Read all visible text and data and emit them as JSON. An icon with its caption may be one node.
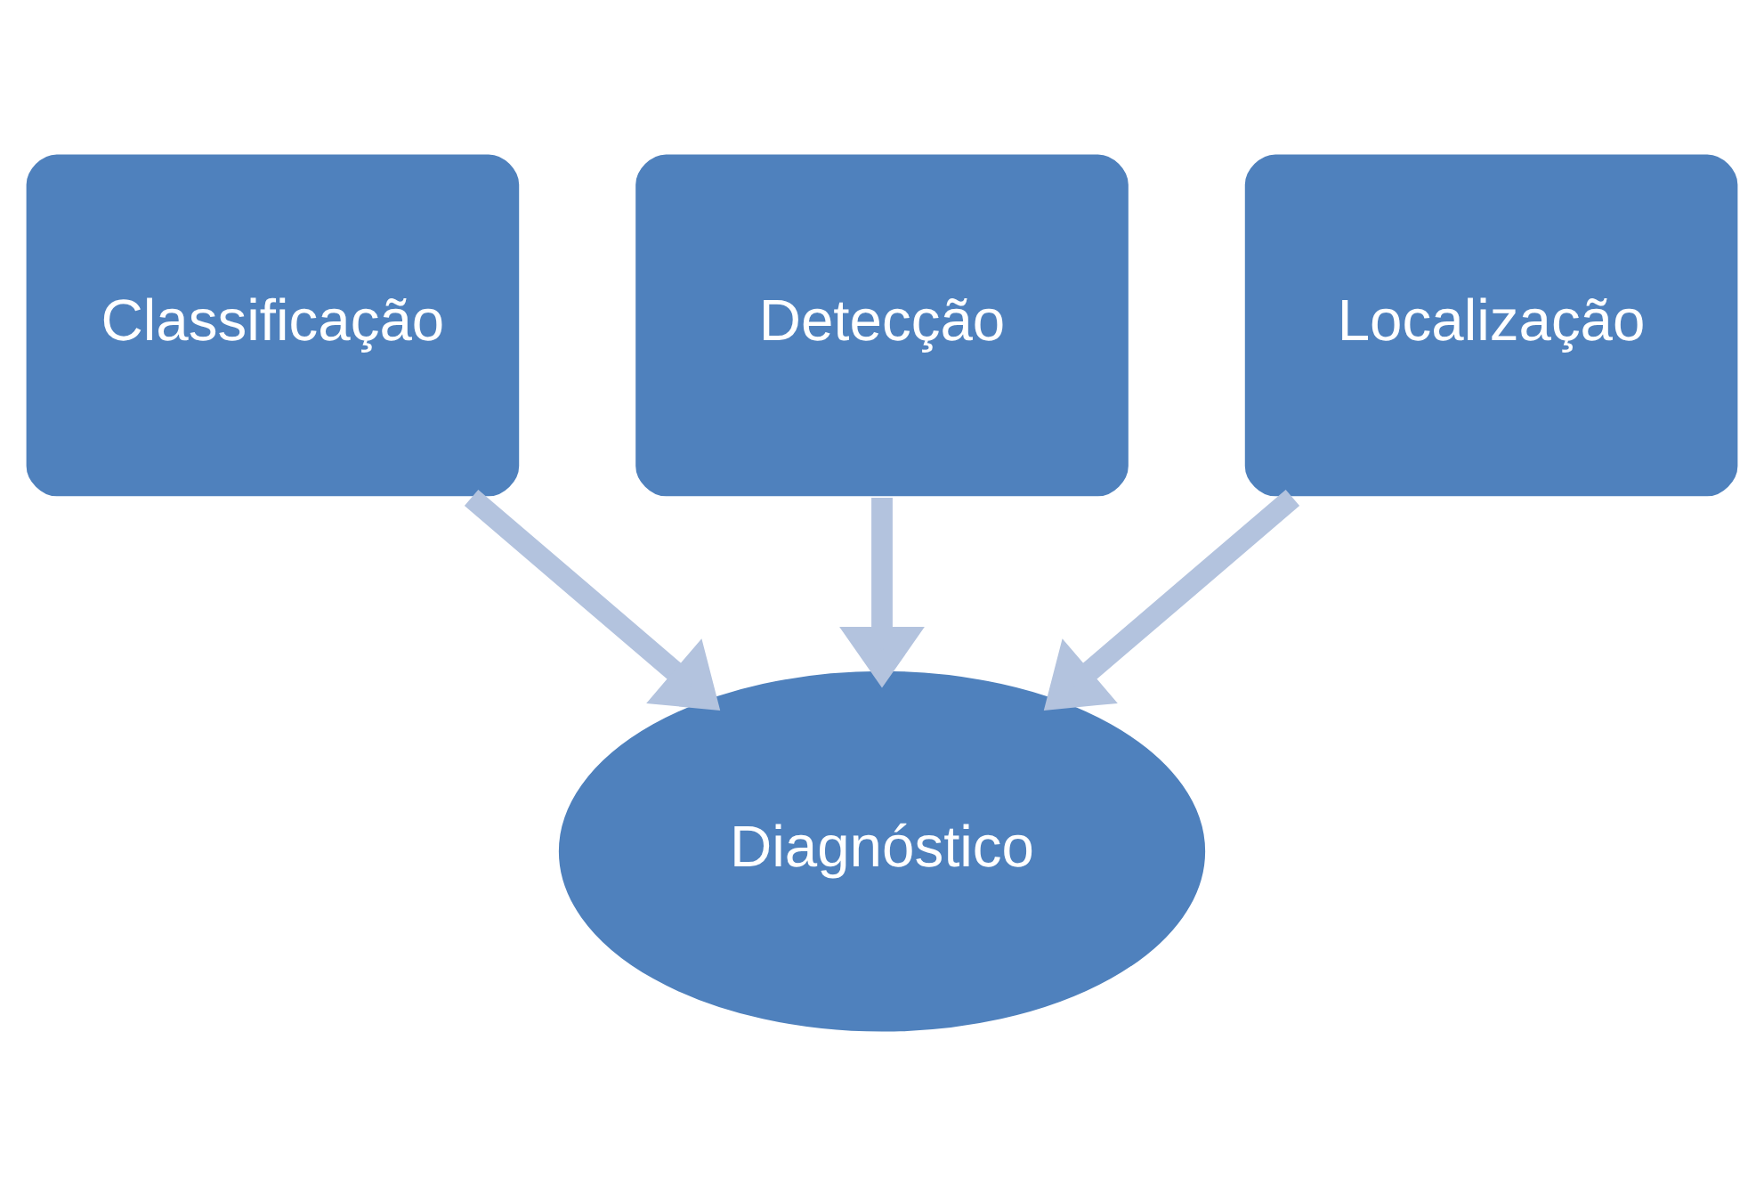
{
  "diagram": {
    "nodes": [
      {
        "text": [
          "Detecção"
        ]
      },
      {
        "text": [
          "Classificação"
        ]
      },
      {
        "text": [
          "Localização"
        ]
      },
      {
        "text": [
          "Diagnóstico"
        ]
      }
    ],
    "edges": [
      {
        "from": 0,
        "to": 3,
        "arrow": "to"
      },
      {
        "from": 1,
        "to": 3,
        "arrow": "to"
      },
      {
        "from": 2,
        "to": 3,
        "arrow": "to"
      }
    ]
  }
}
